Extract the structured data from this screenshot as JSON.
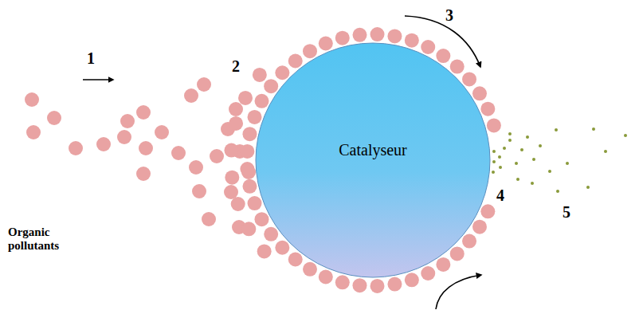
{
  "diagram": {
    "nodes": [
      {
        "text": [
          "Catalyseur"
        ]
      }
    ],
    "labels": [
      "1",
      "2",
      "3",
      "4",
      "5",
      "Organic pollutants"
    ]
  }
}
